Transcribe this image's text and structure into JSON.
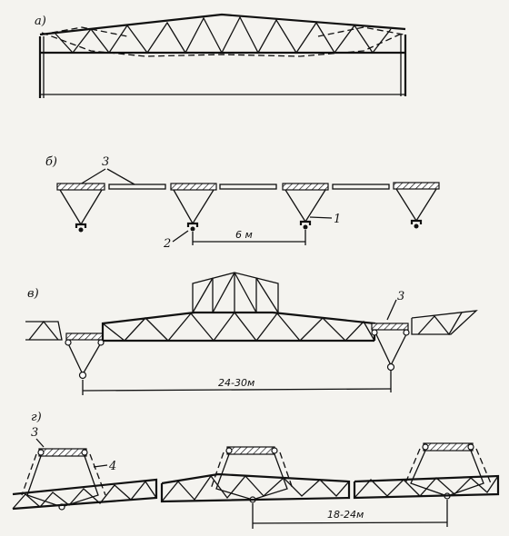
{
  "labels": {
    "a": "а)",
    "b": "б)",
    "v": "в)",
    "g": "г)"
  },
  "callouts": {
    "b_three": "3",
    "b_one": "1",
    "b_two": "2",
    "v_three": "3",
    "g_three": "3",
    "g_four": "4"
  },
  "dimensions": {
    "b_span": "6 м",
    "v_span": "24-30м",
    "g_span": "18-24м"
  }
}
